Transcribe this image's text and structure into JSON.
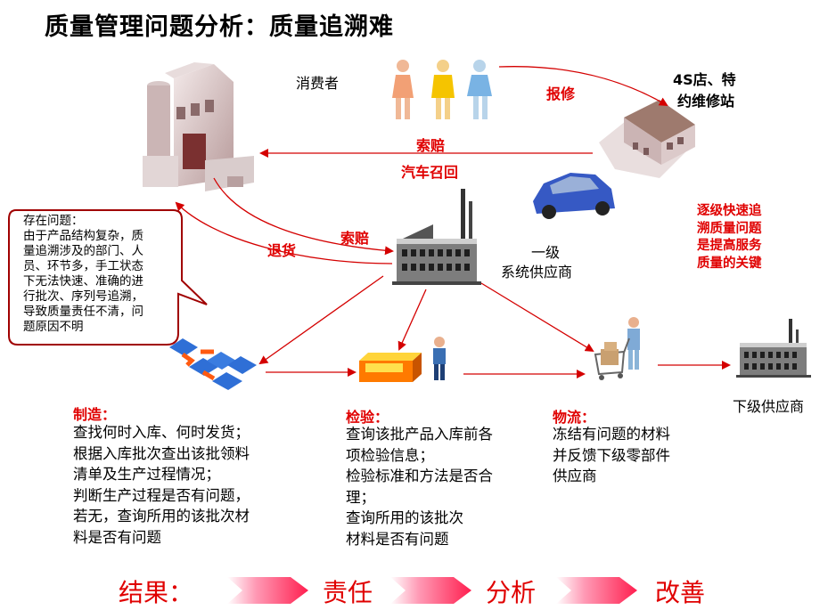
{
  "title": "质量管理问题分析：质量追溯难",
  "labels": {
    "consumer": "消费者",
    "dealer_line1": "4S店、特",
    "dealer_line2": "约维修站",
    "repair": "报修",
    "claim_top": "索赔",
    "recall": "汽车召回",
    "return": "退货",
    "claim_mid": "索赔",
    "tier1_line1": "一级",
    "tier1_line2": "系统供应商",
    "lower_supplier": "下级供应商",
    "key_note": "逐级快速追\n溯质量问题\n是提高服务\n质量的关键"
  },
  "callout": {
    "text": "存在问题：\n由于产品结构复杂，质\n量追溯涉及的部门、人\n员、环节多，手工状态\n下无法快速、准确的进\n行批次、序列号追溯，\n导致质量责任不清，问\n题原因不明"
  },
  "sections": {
    "manufacturing": {
      "head": "制造：",
      "body": "查找何时入库、何时发货；\n根据入库批次查出该批领料\n清单及生产过程情况；\n判断生产过程是否有问题，\n若无，查询所用的该批次材\n料是否有问题"
    },
    "inspection": {
      "head": "检验：",
      "body": "查询该批产品入库前各\n项检验信息；\n检验标准和方法是否合\n理；\n查询所用的该批次\n材料是否有问题"
    },
    "logistics": {
      "head": "物流：",
      "body": "冻结有问题的材料\n并反馈下级零部件\n供应商"
    }
  },
  "result": {
    "label": "结果：",
    "steps": [
      "责任",
      "分析",
      "改善"
    ]
  },
  "colors": {
    "red": "#e00000",
    "arrow_pink": "#ff6f9a",
    "arrow_red": "#ff1f4f",
    "callout_bg": "#ffffff",
    "callout_border": "#a00000"
  }
}
